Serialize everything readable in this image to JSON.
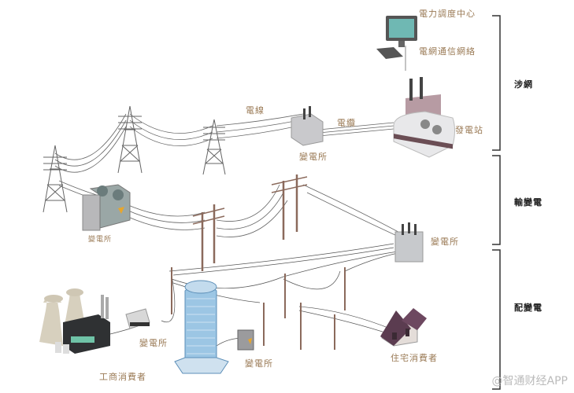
{
  "labels": {
    "dispatch_center": "電力調度中心",
    "grid_comm": "電網通信網絡",
    "power_line": "電線",
    "cable": "電纜",
    "substation_top": "變電所",
    "power_station": "發電站",
    "substation_left": "變電所",
    "substation_right": "變電所",
    "substation_industrial": "變電所",
    "substation_building": "變電所",
    "industrial_consumer": "工商消費者",
    "residential_consumer": "住宅消費者"
  },
  "sections": [
    {
      "label": "涉網"
    },
    {
      "label": "輸變電"
    },
    {
      "label": "配變電"
    }
  ],
  "watermark": "@智通财经APP",
  "colors": {
    "label": "#9a7a55",
    "section": "#222222",
    "bracket": "#333333",
    "wire": "#555555",
    "pole": "#8b6a5c",
    "tower": "#666666"
  }
}
